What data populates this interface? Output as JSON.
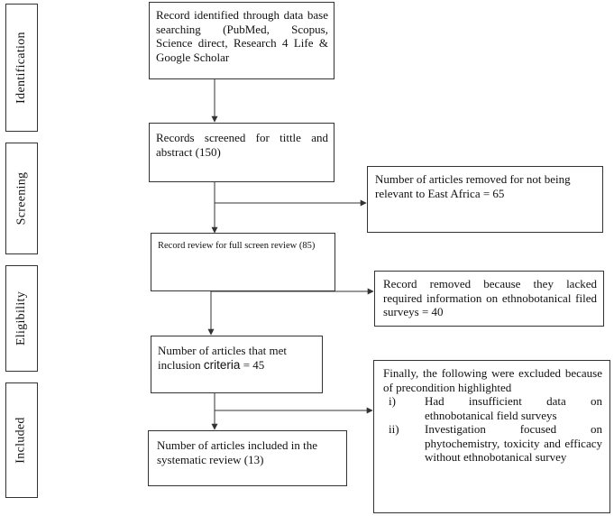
{
  "stages": {
    "identification": "Identification",
    "screening": "Screening",
    "eligibility": "Eligibility",
    "included": "Included"
  },
  "boxes": {
    "identified": "Record identified through data base searching (PubMed, Scopus, Science direct, Research 4 Life & Google Scholar",
    "screened": "Records screened for tittle and abstract (150)",
    "removed_relevance": "Number of articles removed for not being relevant to East Africa = 65",
    "full_review": "Record review for full screen review (85)",
    "removed_info": "Record removed because they lacked required information on ethnobotanical filed surveys = 40",
    "met_criteria_prefix": "Number of articles that met inclusion ",
    "met_criteria_word": "criteria",
    "met_criteria_suffix": " = 45",
    "included_final": "Number of articles included in the systematic review (13)",
    "excluded_intro": "Finally, the following were excluded because of precondition highlighted",
    "excluded_items": [
      {
        "num": "i)",
        "text": "Had insufficient data on ethnobotanical field surveys"
      },
      {
        "num": "ii)",
        "text": "Investigation focused on phytochemistry, toxicity and efficacy without ethnobotanical survey"
      }
    ]
  }
}
